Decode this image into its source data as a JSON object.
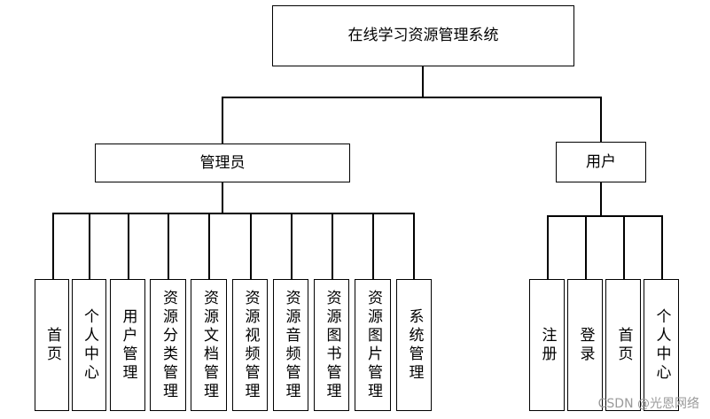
{
  "root": {
    "label": "在线学习资源管理系统"
  },
  "branches": [
    {
      "label": "管理员",
      "children": [
        "首页",
        "个人中心",
        "用户管理",
        "资源分类管理",
        "资源文档管理",
        "资源视频管理",
        "资源音频管理",
        "资源图书管理",
        "资源图片管理",
        "系统管理"
      ]
    },
    {
      "label": "用户",
      "children": [
        "注册",
        "登录",
        "首页",
        "个人中心"
      ]
    }
  ],
  "watermark": "CSDN @光恩网络"
}
